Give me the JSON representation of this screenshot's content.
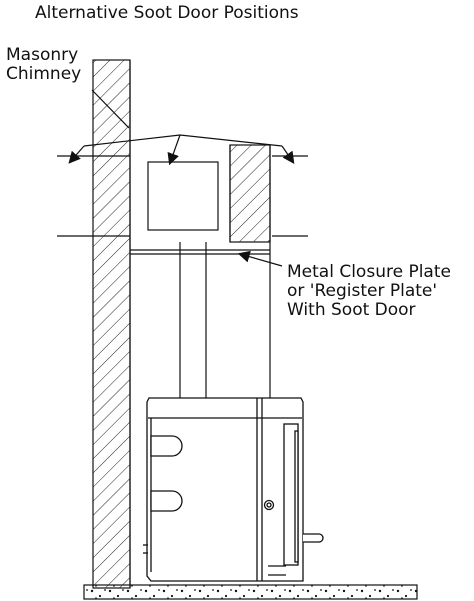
{
  "title": "Alternative Soot Door Positions",
  "labels": {
    "masonry_line1": "Masonry",
    "masonry_line2": "Chimney",
    "closure_line1": "Metal Closure Plate",
    "closure_line2": "or 'Register Plate'",
    "closure_line3": "With Soot Door"
  }
}
